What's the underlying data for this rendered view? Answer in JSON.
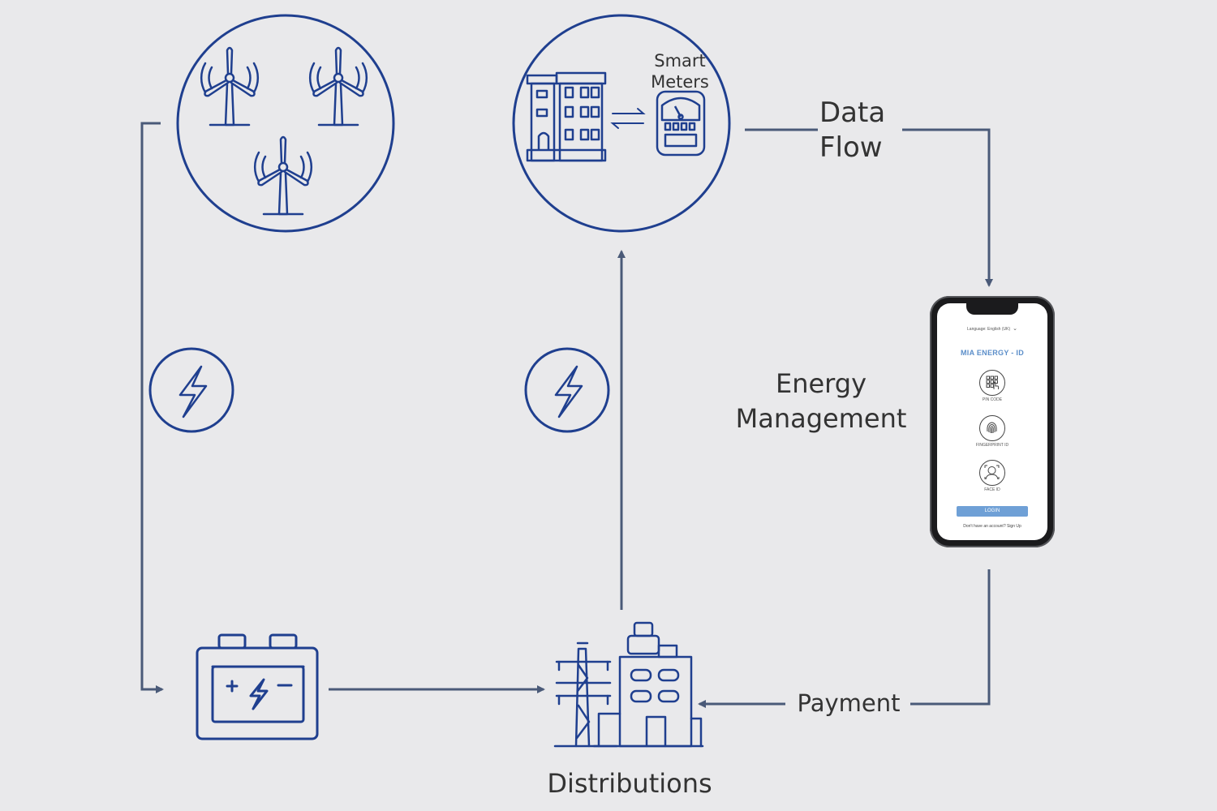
{
  "labels": {
    "smart_meters_line1": "Smart",
    "smart_meters_line2": "Meters",
    "data_flow_line1": "Data",
    "data_flow_line2": "Flow",
    "energy_mgmt_line1": "Energy",
    "energy_mgmt_line2": "Management",
    "payment": "Payment",
    "distributions": "Distributions"
  },
  "phone": {
    "language": "Language: English (UK)",
    "app_title": "MIA ENERGY - ID",
    "options": [
      {
        "label": "PIN CODE",
        "icon": "keypad-icon"
      },
      {
        "label": "FINGERPRINT ID",
        "icon": "fingerprint-icon"
      },
      {
        "label": "FACE ID",
        "icon": "face-id-icon"
      }
    ],
    "login_label": "LOGIN",
    "signup_text": "Don't have an account? Sign Up"
  },
  "colors": {
    "icon_blue": "#1f3f8f",
    "arrow_slate": "#4a5a78",
    "background": "#e9e9eb",
    "accent_blue": "#6fa0d6"
  }
}
